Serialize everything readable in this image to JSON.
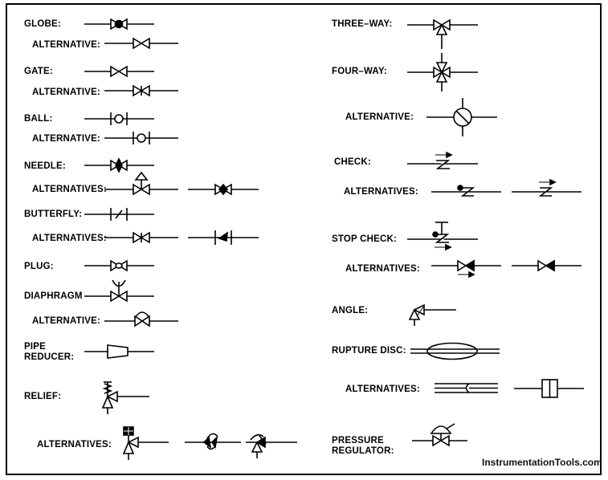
{
  "labels": {
    "globe": "GLOBE:",
    "globe_alt": "ALTERNATIVE:",
    "gate": "GATE:",
    "gate_alt": "ALTERNATIVE:",
    "ball": "BALL:",
    "ball_alt": "ALTERNATIVE:",
    "needle": "NEEDLE:",
    "needle_alts": "ALTERNATIVES:",
    "butterfly": "BUTTERFLY:",
    "butterfly_alts": "ALTERNATIVES:",
    "plug": "PLUG:",
    "diaphragm": "DIAPHRAGM",
    "diaphragm_alt": "ALTERNATIVE:",
    "pipe_reducer_1": "PIPE",
    "pipe_reducer_2": "REDUCER:",
    "relief": "RELIEF:",
    "relief_alts": "ALTERNATIVES:",
    "three_way": "THREE–WAY:",
    "four_way": "FOUR–WAY:",
    "four_way_alt": "ALTERNATIVE:",
    "check": "CHECK:",
    "check_alts": "ALTERNATIVES:",
    "stop_check": "STOP CHECK:",
    "stop_check_alts": "ALTERNATIVES:",
    "angle": "ANGLE:",
    "rupture_disc": "RUPTURE DISC:",
    "rupture_disc_alts": "ALTERNATIVES:",
    "pressure_regulator_1": "PRESSURE",
    "pressure_regulator_2": "REGULATOR:"
  },
  "credit": "InstrumentationTools.com"
}
